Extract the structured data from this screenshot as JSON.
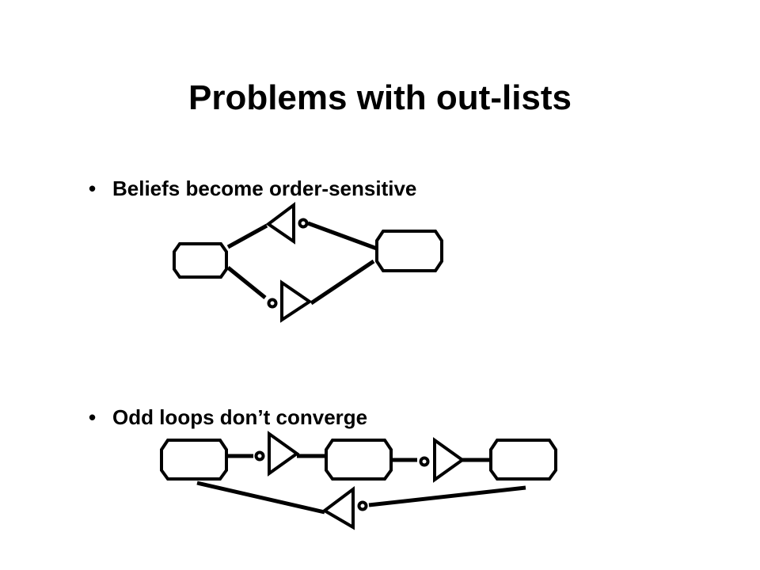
{
  "slide": {
    "title": "Problems with out-lists",
    "bullets": [
      {
        "symbol": "•",
        "text": "Beliefs become order-sensitive"
      },
      {
        "symbol": "•",
        "text": "Odd loops don’t converge"
      }
    ]
  },
  "diagrams": {
    "order_sensitive": {
      "nodes": [
        "left-node",
        "right-node"
      ],
      "gates": [
        "upper-inverter",
        "lower-inverter"
      ]
    },
    "odd_loop": {
      "nodes": [
        "node-1",
        "node-2",
        "node-3"
      ],
      "gates": [
        "inverter-1",
        "inverter-2",
        "feedback-inverter"
      ]
    }
  }
}
